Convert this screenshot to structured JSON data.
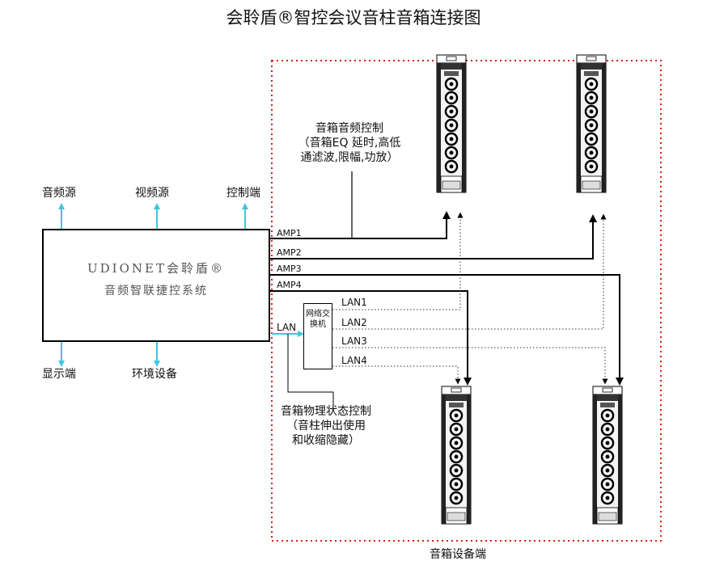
{
  "title": "会聆盾®智控会议音柱音箱连接图",
  "inputs": {
    "audio_source": "音频源",
    "video_source": "视频源",
    "control_terminal": "控制端"
  },
  "outputs": {
    "display_terminal": "显示端",
    "environment_device": "环境设备"
  },
  "system_box": {
    "line1": "UDIONET会聆盾®",
    "line2": "音频智联捷控系统"
  },
  "amp_labels": [
    "AMP1",
    "AMP2",
    "AMP3",
    "AMP4"
  ],
  "lan_label": "LAN",
  "switch_label": "网络交换机",
  "lan_labels": [
    "LAN1",
    "LAN2",
    "LAN3",
    "LAN4"
  ],
  "audio_control": {
    "line1": "音箱音频控制",
    "line2": "（音箱EQ 延时,高低",
    "line3": "通滤波,限幅,功放）"
  },
  "physical_control": {
    "line1": "音箱物理状态控制",
    "line2": "（音柱伸出使用",
    "line3": "和收缩隐藏）"
  },
  "speaker_area_label": "音箱设备端",
  "colors": {
    "arrow_cyan": "#3cc8d8",
    "dotted_border": "#d42020",
    "line": "#000000"
  }
}
